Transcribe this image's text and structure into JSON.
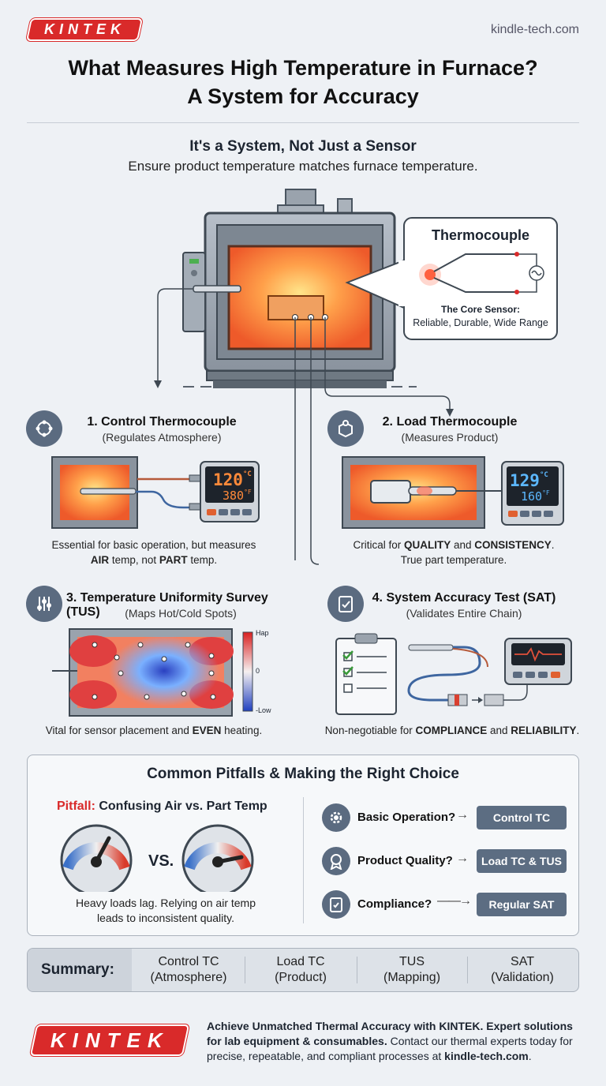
{
  "header": {
    "logo_text": "KINTEK",
    "site": "kindle-tech.com"
  },
  "title": {
    "line1": "What Measures High Temperature in Furnace?",
    "line2": "A System for Accuracy"
  },
  "intro": {
    "heading": "It's a System, Not Just a Sensor",
    "subheading": "Ensure product temperature matches furnace temperature."
  },
  "callout": {
    "title": "Thermocouple",
    "label": "The Core Sensor:",
    "desc": "Reliable, Durable, Wide Range"
  },
  "sections": [
    {
      "title": "1. Control Thermocouple",
      "subtitle": "(Regulates Atmosphere)",
      "display_top": "120",
      "display_top_unit": "°C",
      "display_bottom": "380",
      "display_bottom_unit": "°F",
      "caption_a": "Essential for basic operation, but measures",
      "caption_b1": "AIR",
      "caption_b2": " temp, not ",
      "caption_b3": "PART",
      "caption_b4": " temp."
    },
    {
      "title": "2. Load Thermocouple",
      "subtitle": "(Measures Product)",
      "display_top": "129",
      "display_top_unit": "°C",
      "display_bottom": "160",
      "display_bottom_unit": "°F",
      "caption_a1": "Critical for ",
      "caption_a2": "QUALITY",
      "caption_a3": " and ",
      "caption_a4": "CONSISTENCY",
      "caption_a5": ".",
      "caption_b": "True part temperature."
    },
    {
      "title": "3. Temperature Uniformity Survey (TUS)",
      "subtitle": "(Maps Hot/Cold Spots)",
      "scale_high": "Hap",
      "scale_mid": "0",
      "scale_low": "-Low",
      "caption_1": "Vital for sensor placement and ",
      "caption_2": "EVEN",
      "caption_3": " heating."
    },
    {
      "title": "4. System Accuracy Test (SAT)",
      "subtitle": "(Validates Entire Chain)",
      "caption_1": "Non-negotiable for ",
      "caption_2": "COMPLIANCE",
      "caption_3": " and ",
      "caption_4": "RELIABILITY",
      "caption_5": "."
    }
  ],
  "pitfalls": {
    "heading": "Common Pitfalls & Making the Right Choice",
    "pitfall_label": "Pitfall:",
    "pitfall_text": " Confusing Air vs. Part Temp",
    "vs": "VS.",
    "caption_line1": "Heavy loads lag. Relying on air temp",
    "caption_line2": "leads to inconsistent quality.",
    "choices": [
      {
        "question": "Basic Operation?",
        "answer": "Control TC",
        "icon": "gear-icon"
      },
      {
        "question": "Product Quality?",
        "answer": "Load TC & TUS",
        "icon": "award-icon"
      },
      {
        "question": "Compliance?",
        "answer": "Regular SAT",
        "icon": "clipboard-check-icon"
      }
    ]
  },
  "summary": {
    "label": "Summary:",
    "items": [
      {
        "name": "Control TC",
        "detail": "(Atmosphere)"
      },
      {
        "name": "Load TC",
        "detail": "(Product)"
      },
      {
        "name": "TUS",
        "detail": "(Mapping)"
      },
      {
        "name": "SAT",
        "detail": "(Validation)"
      }
    ]
  },
  "footer": {
    "logo_text": "KINTEK",
    "bold1": "Achieve Unmatched Thermal Accuracy with KINTEK.",
    "bold2": " Expert solutions for lab equipment & consumables.",
    "normal": " Contact our thermal experts today for precise, repeatable, and compliant processes at ",
    "link": "kindle-tech.com",
    "end": "."
  },
  "colors": {
    "accent_red": "#d92a2a",
    "slate": "#5c6d82",
    "hot": "#f07a2a"
  }
}
